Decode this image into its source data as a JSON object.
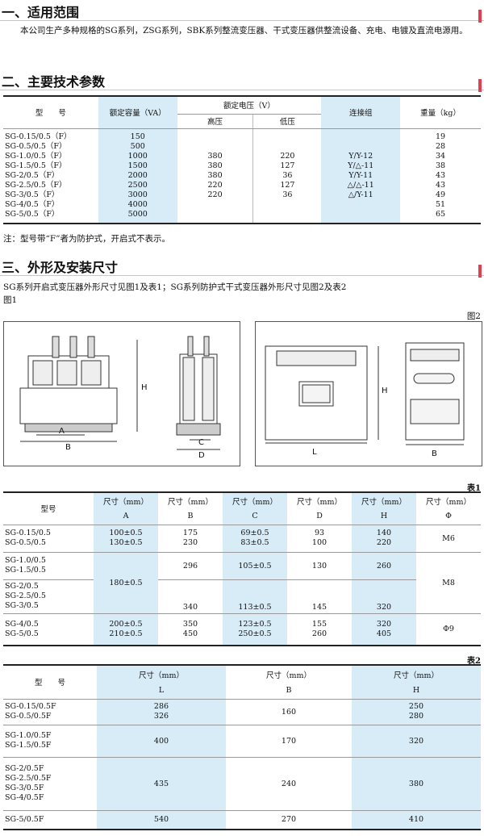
{
  "section1": {
    "title": "一、适用范围",
    "text": "本公司生产多种规格的SG系列，ZSG系列，SBK系列整流变压器、干式变压器供整流设备、充电、电镀及直流电源用。"
  },
  "section2": {
    "title": "二、主要技术参数",
    "headers": {
      "model": "型　　号",
      "capacity": "额定容量（VA）",
      "voltage": "额定电压（V）",
      "high": "高压",
      "low": "低压",
      "connection": "连接组",
      "weight": "重量（kg）"
    },
    "models": [
      "SG-0.15/0.5（F）",
      "SG-0.5/0.5（F）",
      "SG-1.0/0.5（F）",
      "SG-1.5/0.5（F）",
      "SG-2/0.5（F）",
      "SG-2.5/0.5（F）",
      "SG-3/0.5（F）",
      "SG-4/0.5（F）",
      "SG-5/0.5（F）"
    ],
    "capacity": [
      "150",
      "500",
      "1000",
      "1500",
      "2000",
      "2500",
      "3000",
      "4000",
      "5000"
    ],
    "high": [
      "380",
      "380",
      "380",
      "220",
      "220"
    ],
    "low": [
      "220",
      "127",
      "36",
      "127",
      "36"
    ],
    "connection": [
      "Y/Y-12",
      "Y/△-11",
      "Y/Y-11",
      "△/△-11",
      "△/Y-11"
    ],
    "weight": [
      "19",
      "28",
      "34",
      "38",
      "43",
      "43",
      "49",
      "51",
      "65"
    ],
    "note": "注：型号带“F”者为防护式，开启式不表示。"
  },
  "section3": {
    "title": "三、外形及安装尺寸",
    "desc": "SG系列开启式变压器外形尺寸见图1及表1；SG系列防护式干式变压器外形尺寸见图2及表2",
    "fig1": "图1",
    "fig2": "图2",
    "dims": {
      "A": "A",
      "B": "B",
      "C": "C",
      "D": "D",
      "H": "H",
      "L": "L"
    }
  },
  "table1": {
    "label": "表1",
    "model_header": "型号",
    "dim_header": "尺寸（mm）",
    "phi_header": "尺寸（mm）",
    "cols": [
      "A",
      "B",
      "C",
      "D",
      "H",
      "Φ"
    ],
    "g1": {
      "models": [
        "SG-0.15/0.5",
        "SG-0.5/0.5"
      ],
      "A": [
        "100±0.5",
        "130±0.5"
      ],
      "B": [
        "175",
        "230"
      ],
      "C": [
        "69±0.5",
        "83±0.5"
      ],
      "D": [
        "93",
        "100"
      ],
      "H": [
        "140",
        "220"
      ],
      "phi": "M6"
    },
    "g2": {
      "models": [
        "SG-1.0/0.5",
        "SG-1.5/0.5"
      ],
      "A": "180±0.5",
      "B": "296",
      "C": "105±0.5",
      "D": "130",
      "H": "260"
    },
    "g3": {
      "models": [
        "SG-2/0.5",
        "SG-2.5/0.5",
        "SG-3/0.5"
      ],
      "B": "340",
      "C": "113±0.5",
      "D": "145",
      "H": "320",
      "phi": "M8"
    },
    "g4": {
      "models": [
        "SG-4/0.5",
        "SG-5/0.5"
      ],
      "A": [
        "200±0.5",
        "210±0.5"
      ],
      "B": [
        "350",
        "450"
      ],
      "C": [
        "123±0.5",
        "250±0.5"
      ],
      "D": [
        "155",
        "260"
      ],
      "H": [
        "320",
        "405"
      ],
      "phi": "Φ9"
    }
  },
  "table2": {
    "label": "表2",
    "model_header": "型　　号",
    "dim_header": "尺寸（mm）",
    "cols": [
      "L",
      "B",
      "H"
    ],
    "g1": {
      "models": [
        "SG-0.15/0.5F",
        "SG-0.5/0.5F"
      ],
      "L": [
        "286",
        "326"
      ],
      "B": "160",
      "H": [
        "250",
        "280"
      ]
    },
    "g2": {
      "models": [
        "SG-1.0/0.5F",
        "SG-1.5/0.5F"
      ],
      "L": "400",
      "B": "170",
      "H": "320"
    },
    "g3": {
      "models": [
        "SG-2/0.5F",
        "SG-2.5/0.5F",
        "SG-3/0.5F",
        "SG-4/0.5F"
      ],
      "L": "435",
      "B": "240",
      "H": "380"
    },
    "g4": {
      "models": [
        "SG-5/0.5F"
      ],
      "L": "540",
      "B": "270",
      "H": "410"
    }
  }
}
